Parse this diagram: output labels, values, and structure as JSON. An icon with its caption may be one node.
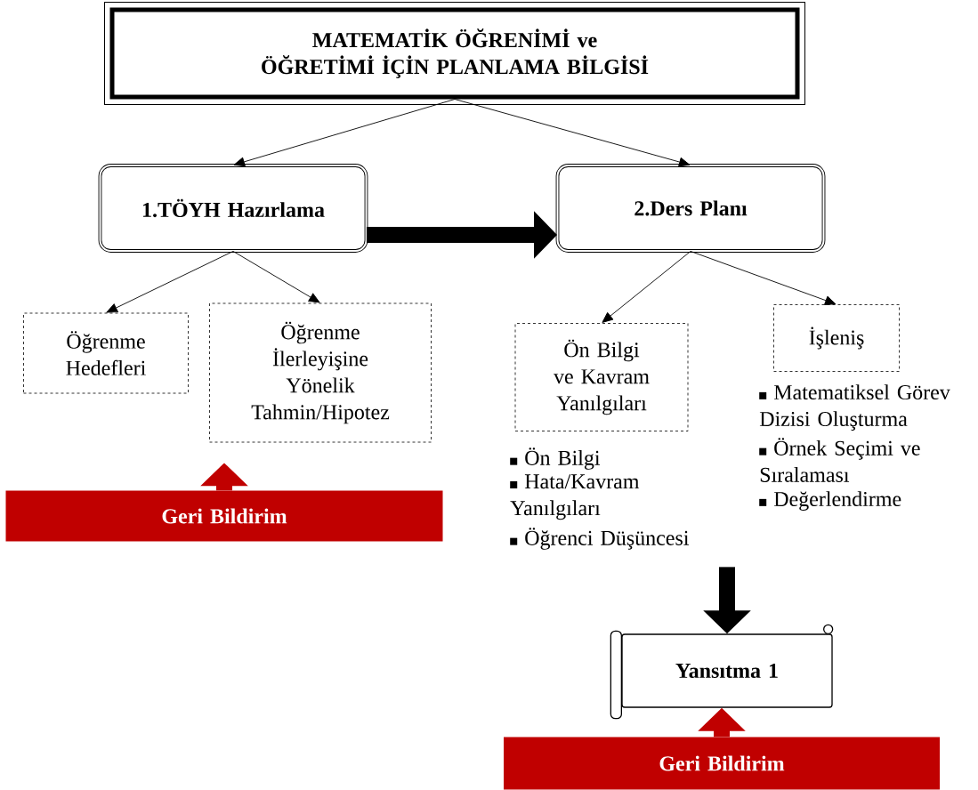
{
  "diagram": {
    "nodes": [
      {
        "text": [
          "MATEMATİK ÖĞRENİMİ ve ÖĞRETİMİ İÇİN PLANLAMA BİLGİSİ"
        ]
      },
      {
        "text": [
          "1.TÖYH Hazırlama"
        ]
      },
      {
        "text": [
          "2.Ders Planı"
        ]
      },
      {
        "text": [
          "Öğrenme Hedefleri"
        ]
      },
      {
        "text": [
          "Öğrenme İlerleyişine Yönelik Tahmin/Hipotez"
        ]
      },
      {
        "text": [
          "Ön Bilgi ve Kavram Yanılgıları"
        ],
        "beside": [
          "Ön Bilgi",
          "Hata/Kavram Yanılgıları",
          "Öğrenci Düşüncesi"
        ]
      },
      {
        "text": [
          "İşleniş"
        ],
        "beside": [
          "Matematiksel Görev Dizisi Oluşturma",
          "Örnek Seçimi ve Sıralaması",
          "Değerlendirme"
        ]
      },
      {
        "text": [
          "Geri Bildirim"
        ]
      },
      {
        "text": [
          "Yansıtma 1"
        ]
      },
      {
        "text": [
          "Geri Bildirim"
        ]
      }
    ],
    "edges": [
      {
        "from": 0,
        "to": 1,
        "arrow": "to"
      },
      {
        "from": 0,
        "to": 2,
        "arrow": "to"
      },
      {
        "from": 1,
        "to": 3,
        "arrow": "to"
      },
      {
        "from": 1,
        "to": 4,
        "arrow": "to"
      },
      {
        "from": 2,
        "to": 5,
        "arrow": "to"
      },
      {
        "from": 2,
        "to": 6,
        "arrow": "to"
      },
      {
        "from": 1,
        "to": 2,
        "arrow": "to",
        "style": "thick"
      },
      {
        "from": null,
        "to": 8,
        "arrow": "to",
        "style": "thick"
      },
      {
        "from": 7,
        "to": null,
        "arrow": "to",
        "style": "thick",
        "color": "#c00000"
      },
      {
        "from": 9,
        "to": 8,
        "arrow": "to",
        "style": "thick",
        "color": "#c00000"
      }
    ]
  }
}
